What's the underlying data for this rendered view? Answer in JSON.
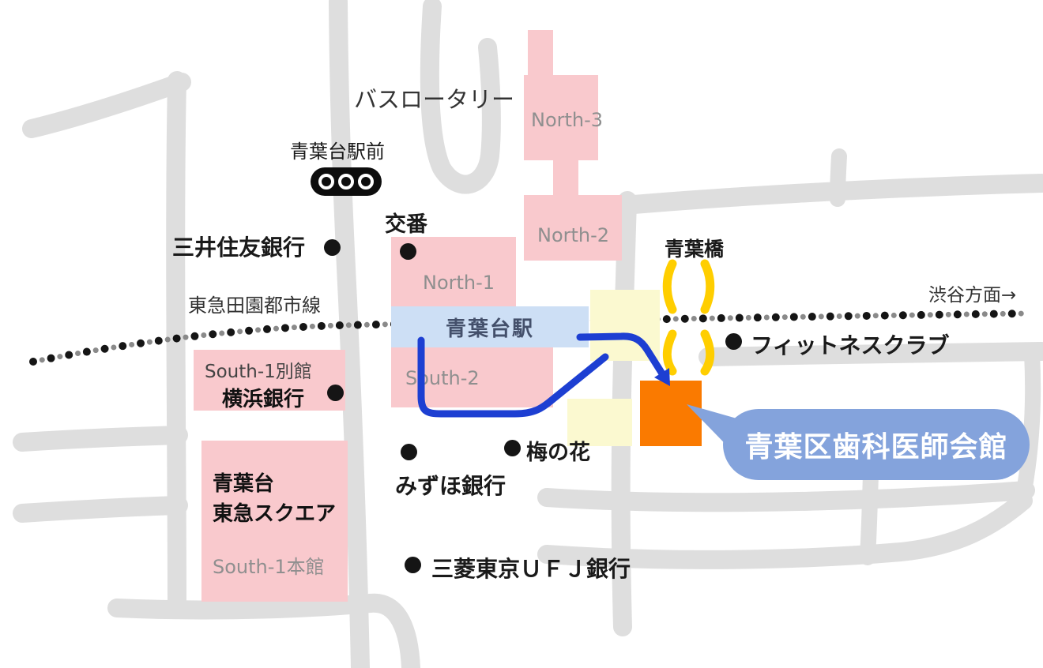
{
  "labels": {
    "bus_rotary": "バスロータリー",
    "station_front": "青葉台駅前",
    "police_box": "交番",
    "smbc_bank": "三井住友銀行",
    "rail_line": "東急田園都市線",
    "shibuya_direction": "渋谷方面→",
    "aoba_bridge": "青葉橋",
    "fitness_club": "フィットネスクラブ",
    "ume_no_hana": "梅の花",
    "mizuho_bank": "みずほ銀行",
    "ufj_bank": "三菱東京ＵＦＪ銀行",
    "destination": "青葉区歯科医師会館"
  },
  "buildings": {
    "station": "青葉台駅",
    "north1": "North-1",
    "north2": "North-2",
    "north3": "North-3",
    "south2": "South-2",
    "south1_annex": "South-1別館",
    "yokohama_bank": "横浜銀行",
    "tokyu_square_line1": "青葉台",
    "tokyu_square_line2": "東急スクエア",
    "south1_main": "South-1本館"
  },
  "colors": {
    "road": "#dedede",
    "railway_dot": "#151515",
    "railway_dot_secondary": "#8a8a8a",
    "building_pink": "#f9c9cd",
    "station_fill": "#cddff5",
    "highlight_yellow": "#fbf9d0",
    "destination_orange": "#fa7a00",
    "bridge_yellow": "#ffce00",
    "route_blue": "#1d3fd2",
    "bubble_blue": "#84a3dc"
  }
}
